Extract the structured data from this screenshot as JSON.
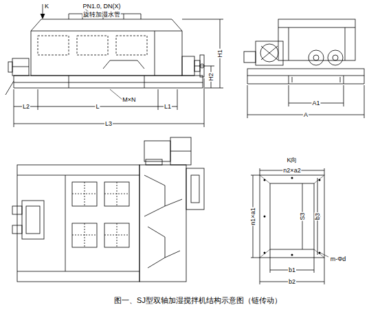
{
  "diagram": {
    "caption": "图一、SJ型双轴加湿搅拌机结构示意图（链传动）",
    "labels": [
      "K",
      "PN1.0, DN(X)",
      "旋转加湿水管",
      "H1",
      "H2",
      "M×N",
      "L2",
      "L",
      "L1",
      "L3",
      "A1",
      "A",
      "K向",
      "n2×a2",
      "n1×a1",
      "S3",
      "b3",
      "b1",
      "b2",
      "m-Φd"
    ]
  }
}
